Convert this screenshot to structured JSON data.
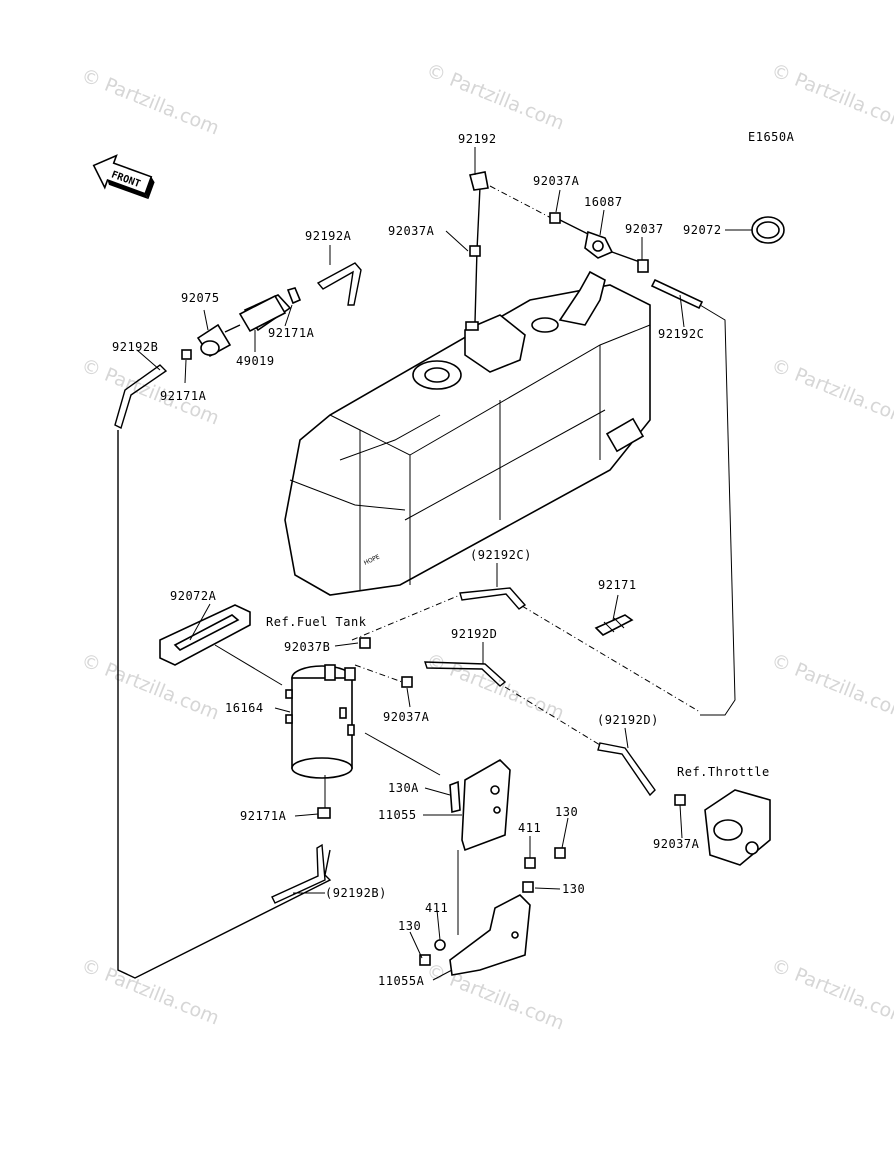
{
  "diagram_code": "E1650A",
  "watermark_text": "© Partzilla.com",
  "front_arrow_text": "FRONT",
  "parts": {
    "p92192": "92192",
    "p92037A_top": "92037A",
    "p16087": "16087",
    "p92037": "92037",
    "p92072": "92072",
    "p92192A": "92192A",
    "p92037A_left": "92037A",
    "p92075": "92075",
    "p92171A_mid": "92171A",
    "p49019": "49019",
    "p92192B": "92192B",
    "p92171A_left": "92171A",
    "p92192C": "92192C",
    "p92192C_ref": "(92192C)",
    "p92171": "92171",
    "p92072A": "92072A",
    "ref_fuel_tank": "Ref.Fuel Tank",
    "p92037B": "92037B",
    "p92192D": "92192D",
    "p16164": "16164",
    "p92037A_canister": "92037A",
    "p92192D_ref": "(92192D)",
    "ref_throttle": "Ref.Throttle",
    "p130A": "130A",
    "p11055": "11055",
    "p411_top": "411",
    "p130_top": "130",
    "p92171A_bottom": "92171A",
    "p92037A_throttle": "92037A",
    "p130_mid": "130",
    "p92192B_ref": "(92192B)",
    "p411_bottom": "411",
    "p130_bottom": "130",
    "p11055A": "11055A"
  }
}
